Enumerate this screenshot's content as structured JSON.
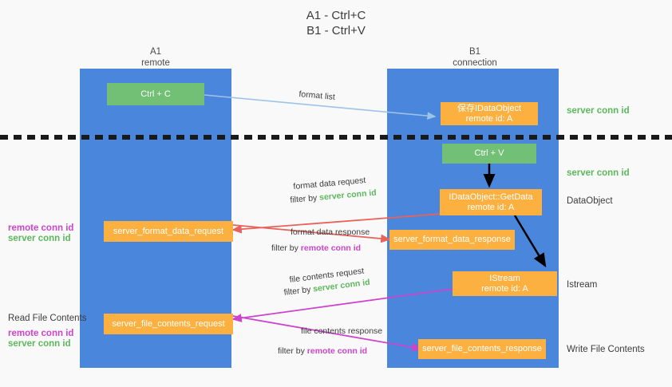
{
  "title": {
    "line1": "A1 - Ctrl+C",
    "line2": "B1 - Ctrl+V"
  },
  "columns": [
    {
      "name": "A1",
      "sub": "remote"
    },
    {
      "name": "B1",
      "sub": "connection"
    }
  ],
  "nodes": {
    "ctrl_c": {
      "label": "Ctrl + C"
    },
    "save_idataobject": {
      "line1": "保存IDataObject",
      "line2": "remote id: A"
    },
    "ctrl_v": {
      "label": "Ctrl + V"
    },
    "getdata": {
      "line1": "IDataObject::GetData",
      "line2": "remote id: A"
    },
    "istream": {
      "line1": "IStream",
      "line2": "remote id: A"
    },
    "server_format_data_request": {
      "label": "server_format_data_request"
    },
    "server_format_data_response": {
      "label": "server_format_data_response"
    },
    "server_file_contents_request": {
      "label": "server_file_contents_request"
    },
    "server_file_contents_response": {
      "label": "server_file_contents_response"
    }
  },
  "right_labels": {
    "server_conn_id_1": "server conn id",
    "server_conn_id_2": "server conn id",
    "dataobject": "DataObject",
    "istream": "Istream",
    "write_file_contents": "Write File Contents"
  },
  "left_labels": {
    "remote_conn_id_1": "remote conn id",
    "server_conn_id_1": "server conn id",
    "read_file_contents": "Read File Contents",
    "remote_conn_id_2": "remote conn id",
    "server_conn_id_2": "server conn id"
  },
  "edges": {
    "format_list": "format list",
    "format_data_request": "format data request",
    "format_data_request_filter_prefix": "filter by ",
    "format_data_request_filter_key": "server conn id",
    "format_data_response": "format data response",
    "format_data_response_filter_prefix": "filter by ",
    "format_data_response_filter_key": "remote conn id",
    "file_contents_request": "file contents request",
    "file_contents_request_filter_prefix": "filter by ",
    "file_contents_request_filter_key": "server conn id",
    "file_contents_response": "file contents response",
    "file_contents_response_filter_prefix": "filter by ",
    "file_contents_response_filter_key": "remote conn id"
  },
  "colors": {
    "lane": "#4a86db",
    "green_node": "#72c076",
    "orange_node": "#fbb040",
    "server_conn_id": "#5cb85c",
    "remote_conn_id": "#cc44cc",
    "arrow_light_blue": "#9cc3e8",
    "arrow_red": "#e8615a",
    "arrow_magenta": "#cc44cc",
    "arrow_black": "#000000",
    "background": "#f9f9f9"
  }
}
